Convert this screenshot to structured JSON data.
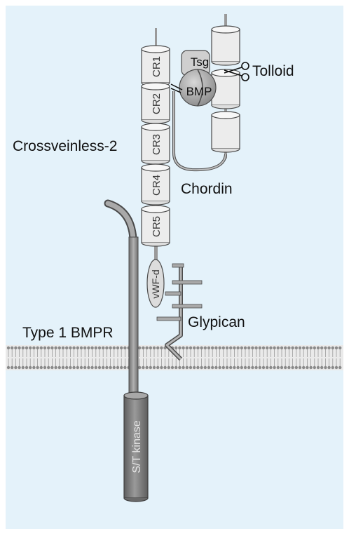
{
  "colors": {
    "background": "#e4f2fa",
    "frame": "#ffffff",
    "cylinder_fill": "#ececec",
    "cylinder_stroke": "#4a4a4a",
    "rod": "#8d8d8d",
    "dark_cylinder": "#7b7b7b",
    "membrane_head": "#9a9a9a",
    "text": "#111111"
  },
  "labels": {
    "crossveinless": "Crossveinless-2",
    "chordin": "Chordin",
    "tsg": "Tsg",
    "bmp": "BMP",
    "tolloid": "Tolloid",
    "glypican": "Glypican",
    "type1_bmpr": "Type 1 BMPR",
    "vwf": "vWF-d",
    "kinase": "S/T kinase"
  },
  "cr_domains": [
    "CR1",
    "CR2",
    "CR3",
    "CR4",
    "CR5"
  ]
}
